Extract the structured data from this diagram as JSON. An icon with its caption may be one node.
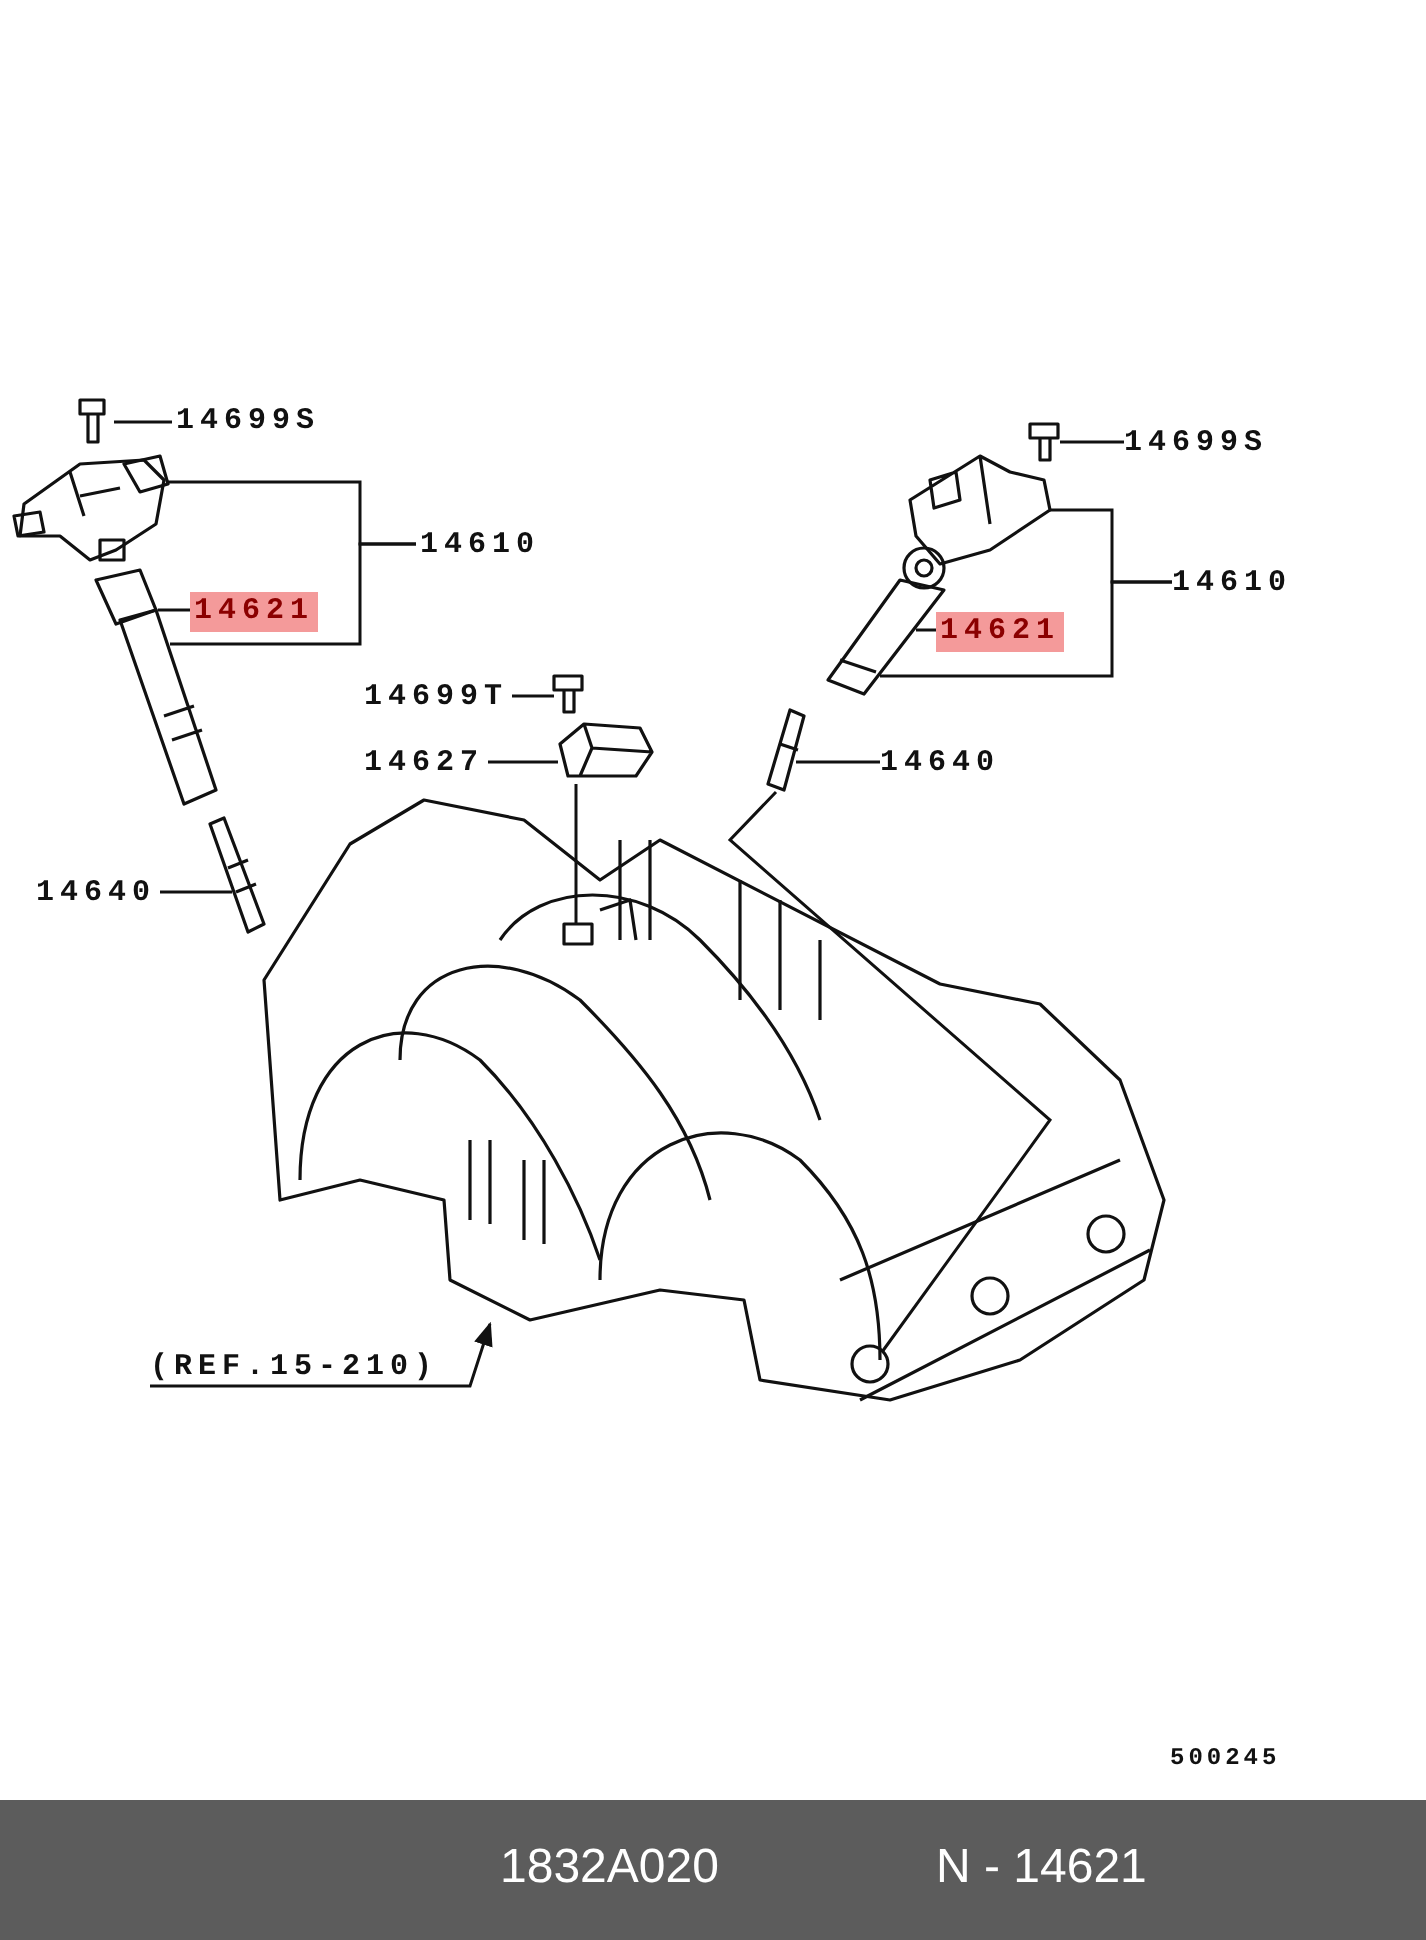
{
  "diagram": {
    "nodes": [
      {
        "text": [
          "14699S"
        ]
      },
      {
        "text": [],
        "shape": "picture"
      },
      {
        "text": [
          "14610"
        ]
      },
      {
        "text": [],
        "shape": "picture"
      },
      {
        "text": [
          "14621"
        ]
      },
      {
        "text": [],
        "shape": "picture"
      },
      {
        "text": [
          "14640"
        ]
      },
      {
        "text": [],
        "shape": "picture"
      },
      {
        "text": [
          "14699T"
        ]
      },
      {
        "text": [],
        "shape": "picture"
      },
      {
        "text": [
          "14627"
        ]
      },
      {
        "text": [],
        "shape": "picture"
      },
      {
        "text": [],
        "shape": "picture"
      },
      {
        "text": [
          "14699S"
        ]
      },
      {
        "text": [],
        "shape": "picture"
      },
      {
        "text": [
          "14610"
        ]
      },
      {
        "text": [],
        "shape": "picture"
      },
      {
        "text": [
          "14621"
        ]
      },
      {
        "text": [],
        "shape": "picture"
      },
      {
        "text": [
          "14640"
        ]
      },
      {
        "text": [],
        "shape": "picture"
      },
      {
        "text": [
          "(REF.15-210)"
        ]
      }
    ],
    "edges": [
      {
        "from": 0,
        "to": 1,
        "arrow": "none"
      },
      {
        "from": 2,
        "to": 3,
        "arrow": "none"
      },
      {
        "from": 2,
        "to": 5,
        "arrow": "none"
      },
      {
        "from": 4,
        "to": 5,
        "arrow": "none"
      },
      {
        "from": 6,
        "to": 7,
        "arrow": "none"
      },
      {
        "from": 8,
        "to": 9,
        "arrow": "none"
      },
      {
        "from": 10,
        "to": 11,
        "arrow": "none"
      },
      {
        "from": 11,
        "to": 12,
        "arrow": "none"
      },
      {
        "from": 13,
        "to": 14,
        "arrow": "none"
      },
      {
        "from": 15,
        "to": 16,
        "arrow": "none"
      },
      {
        "from": 15,
        "to": 18,
        "arrow": "none"
      },
      {
        "from": 17,
        "to": 18,
        "arrow": "none"
      },
      {
        "from": 19,
        "to": 20,
        "arrow": "none"
      },
      {
        "from": 20,
        "to": 12,
        "arrow": "none"
      },
      {
        "from": 21,
        "to": 12,
        "arrow": "to"
      }
    ],
    "labels": [
      "500245",
      "1832A020",
      "N - 14621"
    ]
  }
}
